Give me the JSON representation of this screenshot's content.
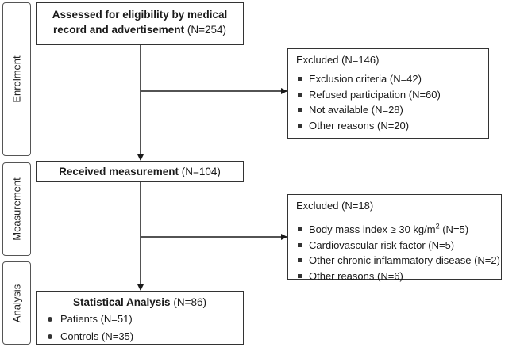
{
  "phases": [
    {
      "label": "Enrolment"
    },
    {
      "label": "Measurement"
    },
    {
      "label": "Analysis"
    }
  ],
  "assessed": {
    "title_bold": "Assessed for eligibility by medical record and advertisement",
    "count": "(N=254)"
  },
  "excluded1": {
    "title": "Excluded (N=146)",
    "items": [
      "Exclusion criteria (N=42)",
      "Refused participation (N=60)",
      "Not available (N=28)",
      "Other reasons (N=20)"
    ]
  },
  "received": {
    "title_bold": "Received measurement",
    "count": "(N=104)"
  },
  "excluded2": {
    "title": "Excluded (N=18)",
    "bmi_prefix": "Body mass index ≥ 30 kg/m",
    "bmi_sup": "2",
    "bmi_suffix": " (N=5)",
    "items": [
      "Cardiovascular risk factor (N=5)",
      "Other chronic inflammatory disease (N=2)",
      "Other reasons (N=6)"
    ]
  },
  "analysis": {
    "title_bold": "Statistical Analysis",
    "count": "(N=86)",
    "items": [
      "Patients (N=51)",
      "Controls (N=35)"
    ]
  }
}
